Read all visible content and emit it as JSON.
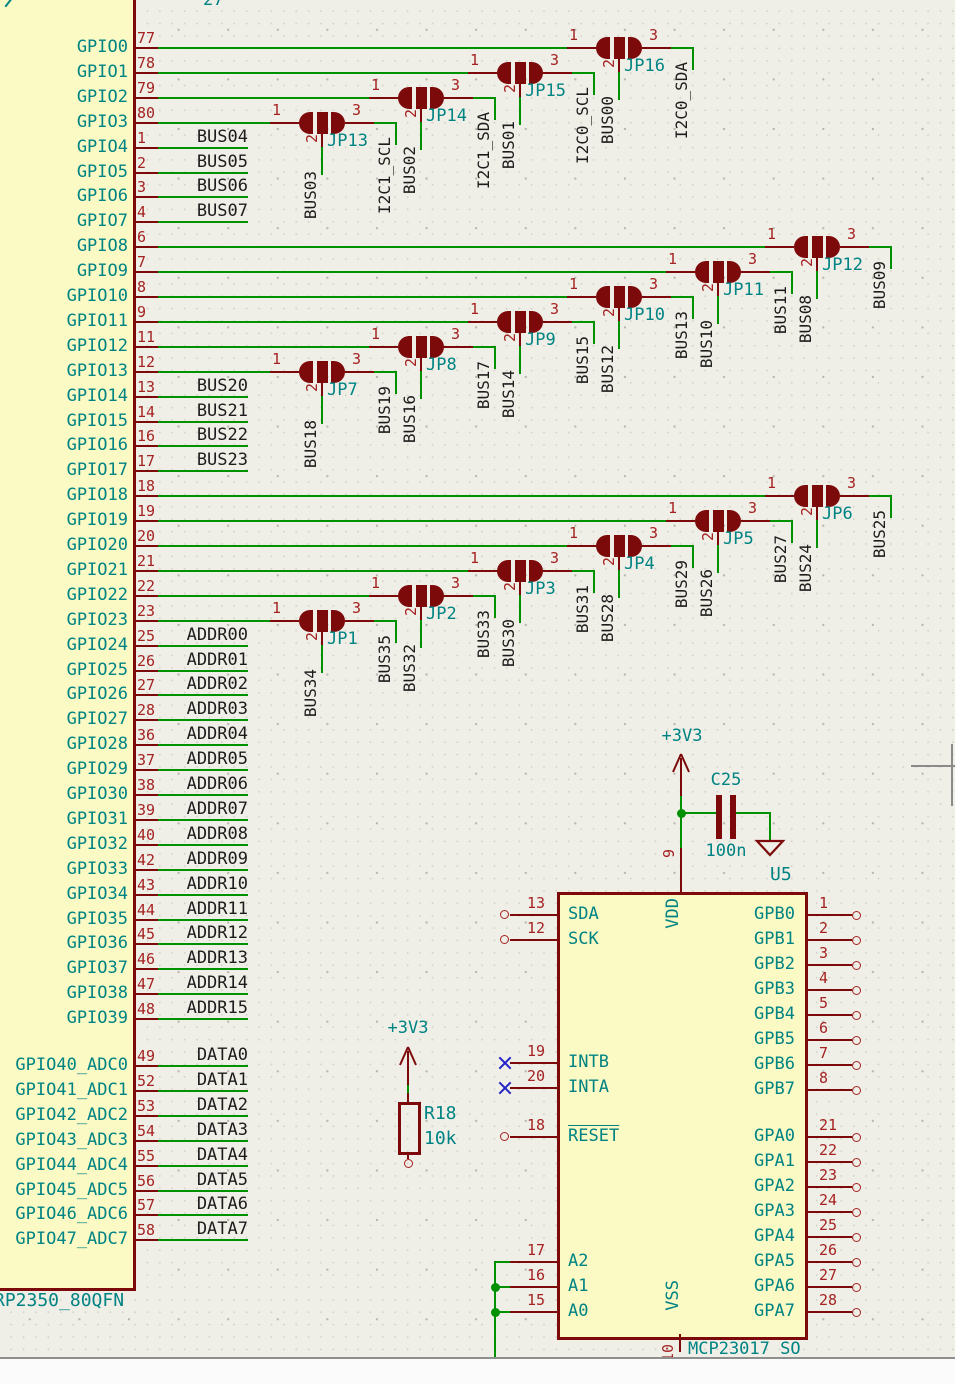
{
  "mcu": {
    "value": "RP2350_80QFN",
    "main_pins": [
      {
        "name": "GPIO0",
        "num": "77",
        "label": ""
      },
      {
        "name": "GPIO1",
        "num": "78",
        "label": ""
      },
      {
        "name": "GPIO2",
        "num": "79",
        "label": ""
      },
      {
        "name": "GPIO3",
        "num": "80",
        "label": ""
      },
      {
        "name": "GPIO4",
        "num": "1",
        "label": "BUS04"
      },
      {
        "name": "GPIO5",
        "num": "2",
        "label": "BUS05"
      },
      {
        "name": "GPIO6",
        "num": "3",
        "label": "BUS06"
      },
      {
        "name": "GPIO7",
        "num": "4",
        "label": "BUS07"
      },
      {
        "name": "GPIO8",
        "num": "6",
        "label": ""
      },
      {
        "name": "GPIO9",
        "num": "7",
        "label": ""
      },
      {
        "name": "GPIO10",
        "num": "8",
        "label": ""
      },
      {
        "name": "GPIO11",
        "num": "9",
        "label": ""
      },
      {
        "name": "GPIO12",
        "num": "11",
        "label": ""
      },
      {
        "name": "GPIO13",
        "num": "12",
        "label": ""
      },
      {
        "name": "GPIO14",
        "num": "13",
        "label": "BUS20"
      },
      {
        "name": "GPIO15",
        "num": "14",
        "label": "BUS21"
      },
      {
        "name": "GPIO16",
        "num": "16",
        "label": "BUS22"
      },
      {
        "name": "GPIO17",
        "num": "17",
        "label": "BUS23"
      },
      {
        "name": "GPIO18",
        "num": "18",
        "label": ""
      },
      {
        "name": "GPIO19",
        "num": "19",
        "label": ""
      },
      {
        "name": "GPIO20",
        "num": "20",
        "label": ""
      },
      {
        "name": "GPIO21",
        "num": "21",
        "label": ""
      },
      {
        "name": "GPIO22",
        "num": "22",
        "label": ""
      },
      {
        "name": "GPIO23",
        "num": "23",
        "label": ""
      },
      {
        "name": "GPIO24",
        "num": "25",
        "label": "ADDR00"
      },
      {
        "name": "GPIO25",
        "num": "26",
        "label": "ADDR01"
      },
      {
        "name": "GPIO26",
        "num": "27",
        "label": "ADDR02"
      },
      {
        "name": "GPIO27",
        "num": "28",
        "label": "ADDR03"
      },
      {
        "name": "GPIO28",
        "num": "36",
        "label": "ADDR04"
      },
      {
        "name": "GPIO29",
        "num": "37",
        "label": "ADDR05"
      },
      {
        "name": "GPIO30",
        "num": "38",
        "label": "ADDR06"
      },
      {
        "name": "GPIO31",
        "num": "39",
        "label": "ADDR07"
      },
      {
        "name": "GPIO32",
        "num": "40",
        "label": "ADDR08"
      },
      {
        "name": "GPIO33",
        "num": "42",
        "label": "ADDR09"
      },
      {
        "name": "GPIO34",
        "num": "43",
        "label": "ADDR10"
      },
      {
        "name": "GPIO35",
        "num": "44",
        "label": "ADDR11"
      },
      {
        "name": "GPIO36",
        "num": "45",
        "label": "ADDR12"
      },
      {
        "name": "GPIO37",
        "num": "46",
        "label": "ADDR13"
      },
      {
        "name": "GPIO38",
        "num": "47",
        "label": "ADDR14"
      },
      {
        "name": "GPIO39",
        "num": "48",
        "label": "ADDR15"
      }
    ],
    "adc_pins": [
      {
        "name": "GPIO40_ADC0",
        "num": "49",
        "label": "DATA0"
      },
      {
        "name": "GPIO41_ADC1",
        "num": "52",
        "label": "DATA1"
      },
      {
        "name": "GPIO42_ADC2",
        "num": "53",
        "label": "DATA2"
      },
      {
        "name": "GPIO43_ADC3",
        "num": "54",
        "label": "DATA3"
      },
      {
        "name": "GPIO44_ADC4",
        "num": "55",
        "label": "DATA4"
      },
      {
        "name": "GPIO45_ADC5",
        "num": "56",
        "label": "DATA5"
      },
      {
        "name": "GPIO46_ADC6",
        "num": "57",
        "label": "DATA6"
      },
      {
        "name": "GPIO47_ADC7",
        "num": "58",
        "label": "DATA7"
      }
    ]
  },
  "jumper_pin_labels": {
    "pin1": "1",
    "pin2": "2",
    "pin3": "3"
  },
  "jumpers": {
    "top": [
      {
        "name": "JP13",
        "pin2": "BUS03",
        "pin3": "I2C1_SCL"
      },
      {
        "name": "JP14",
        "pin2": "BUS02",
        "pin3": "I2C1_SDA"
      },
      {
        "name": "JP15",
        "pin2": "BUS01",
        "pin3": "I2C0_SCL"
      },
      {
        "name": "JP16",
        "pin2": "BUS00",
        "pin3": "I2C0_SDA"
      }
    ],
    "middle": [
      {
        "name": "JP7",
        "pin2": "BUS18",
        "pin3": "BUS19"
      },
      {
        "name": "JP8",
        "pin2": "BUS16",
        "pin3": "BUS17"
      },
      {
        "name": "JP9",
        "pin2": "BUS14",
        "pin3": "BUS15"
      },
      {
        "name": "JP10",
        "pin2": "BUS12",
        "pin3": "BUS13"
      },
      {
        "name": "JP11",
        "pin2": "BUS10",
        "pin3": "BUS11"
      },
      {
        "name": "JP12",
        "pin2": "BUS08",
        "pin3": "BUS09"
      }
    ],
    "bottom": [
      {
        "name": "JP1",
        "pin2": "BUS34",
        "pin3": "BUS35"
      },
      {
        "name": "JP2",
        "pin2": "BUS32",
        "pin3": "BUS33"
      },
      {
        "name": "JP3",
        "pin2": "BUS30",
        "pin3": "BUS31"
      },
      {
        "name": "JP4",
        "pin2": "BUS28",
        "pin3": "BUS29"
      },
      {
        "name": "JP5",
        "pin2": "BUS26",
        "pin3": "BUS27"
      },
      {
        "name": "JP6",
        "pin2": "BUS24",
        "pin3": "BUS25"
      }
    ]
  },
  "u5": {
    "ref": "U5",
    "value": "MCP23017_SO",
    "vdd": {
      "name": "VDD",
      "num": "9"
    },
    "vss": {
      "name": "VSS",
      "num": "10"
    },
    "left_pins": [
      {
        "num": "13",
        "name": "SDA",
        "endcap": "open-circle"
      },
      {
        "num": "12",
        "name": "SCK",
        "endcap": "open-circle"
      },
      {
        "num": "19",
        "name": "INTB",
        "endcap": "no-connect-x"
      },
      {
        "num": "20",
        "name": "INTA",
        "endcap": "no-connect-x"
      },
      {
        "num": "18",
        "name": "RESET",
        "endcap": "open-circle"
      },
      {
        "num": "17",
        "name": "A2",
        "endcap": "wire"
      },
      {
        "num": "16",
        "name": "A1",
        "endcap": "wire"
      },
      {
        "num": "15",
        "name": "A0",
        "endcap": "wire"
      }
    ],
    "gpb_pins": [
      {
        "num": "1",
        "name": "GPB0"
      },
      {
        "num": "2",
        "name": "GPB1"
      },
      {
        "num": "3",
        "name": "GPB2"
      },
      {
        "num": "4",
        "name": "GPB3"
      },
      {
        "num": "5",
        "name": "GPB4"
      },
      {
        "num": "6",
        "name": "GPB5"
      },
      {
        "num": "7",
        "name": "GPB6"
      },
      {
        "num": "8",
        "name": "GPB7"
      }
    ],
    "gpa_pins": [
      {
        "num": "21",
        "name": "GPA0"
      },
      {
        "num": "22",
        "name": "GPA1"
      },
      {
        "num": "23",
        "name": "GPA2"
      },
      {
        "num": "24",
        "name": "GPA3"
      },
      {
        "num": "25",
        "name": "GPA4"
      },
      {
        "num": "26",
        "name": "GPA5"
      },
      {
        "num": "27",
        "name": "GPA6"
      },
      {
        "num": "28",
        "name": "GPA7"
      }
    ]
  },
  "c25": {
    "ref": "C25",
    "value": "100n"
  },
  "r18": {
    "ref": "R18",
    "value": "10k"
  },
  "power": {
    "rail_3v3_cap": "+3V3",
    "rail_3v3_r18": "+3V3"
  },
  "misc": {
    "top_partial_label": "27"
  },
  "colors": {
    "background": "#f0efe7",
    "symbol_outline": "#7d0a0a",
    "pin_number_red": "#a52222",
    "net_label_black": "#1c1c1c",
    "name_teal": "#008383",
    "wire_green": "#009100",
    "symbol_fill_yellow": "#fbf9c4",
    "no_connect_blue": "#2222c8"
  }
}
